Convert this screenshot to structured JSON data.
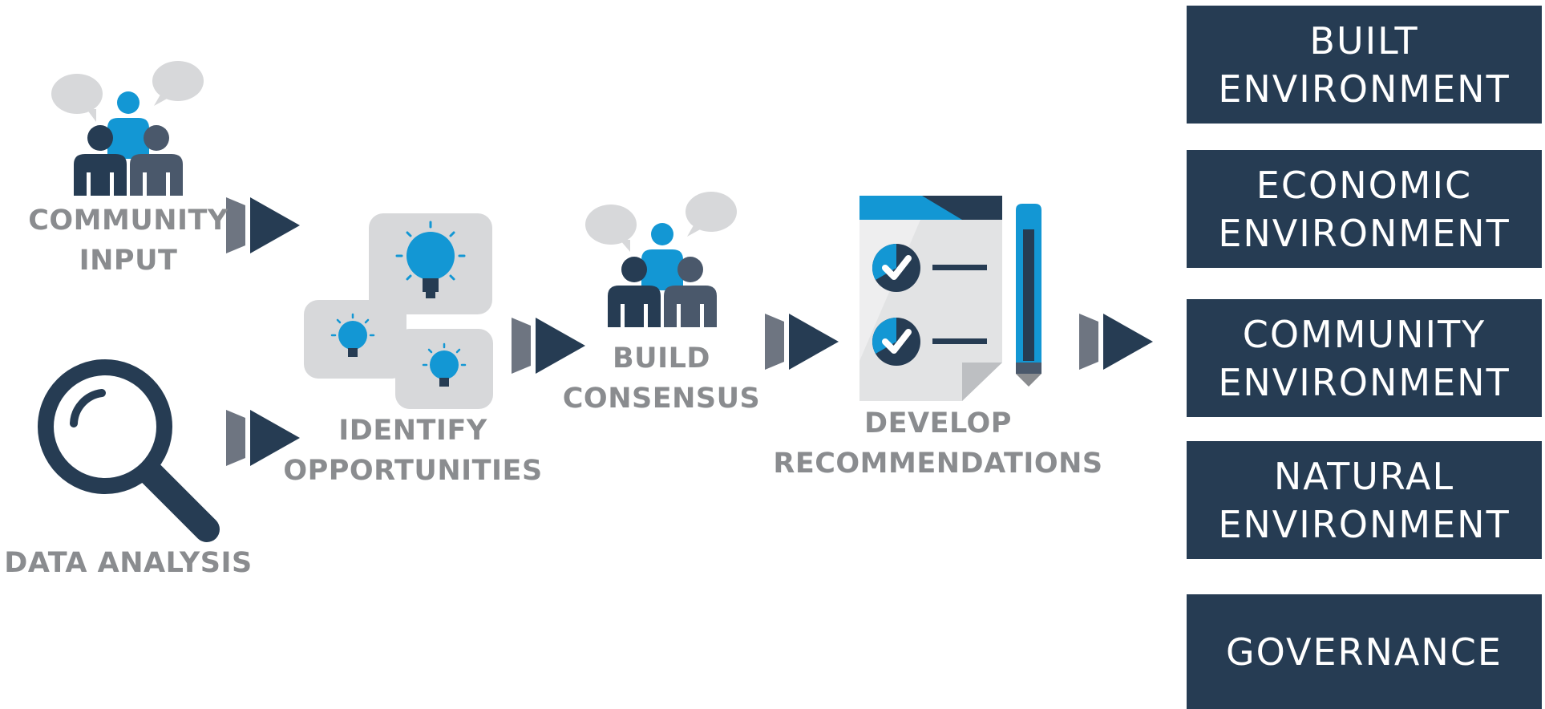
{
  "steps": {
    "community_input": "COMMUNITY\nINPUT",
    "data_analysis": "DATA ANALYSIS",
    "identify_opportunities": "IDENTIFY\nOPPORTUNITIES",
    "build_consensus": "BUILD\nCONSENSUS",
    "develop_recommendations": "DEVELOP\nRECOMMENDATIONS"
  },
  "outcomes": [
    "BUILT\nENVIRONMENT",
    "ECONOMIC\nENVIRONMENT",
    "COMMUNITY\nENVIRONMENT",
    "NATURAL\nENVIRONMENT",
    "GOVERNANCE"
  ],
  "colors": {
    "navy": "#263c53",
    "slate": "#4a586b",
    "blue": "#1397d4",
    "label_gray": "#8a8c8f",
    "bubble_gray": "#d7d8da",
    "arrow_gray": "#6e7581"
  },
  "icons": [
    "people-icon",
    "magnifier-icon",
    "lightbulb-icon",
    "checklist-icon",
    "pencil-icon",
    "double-arrow-icon"
  ]
}
